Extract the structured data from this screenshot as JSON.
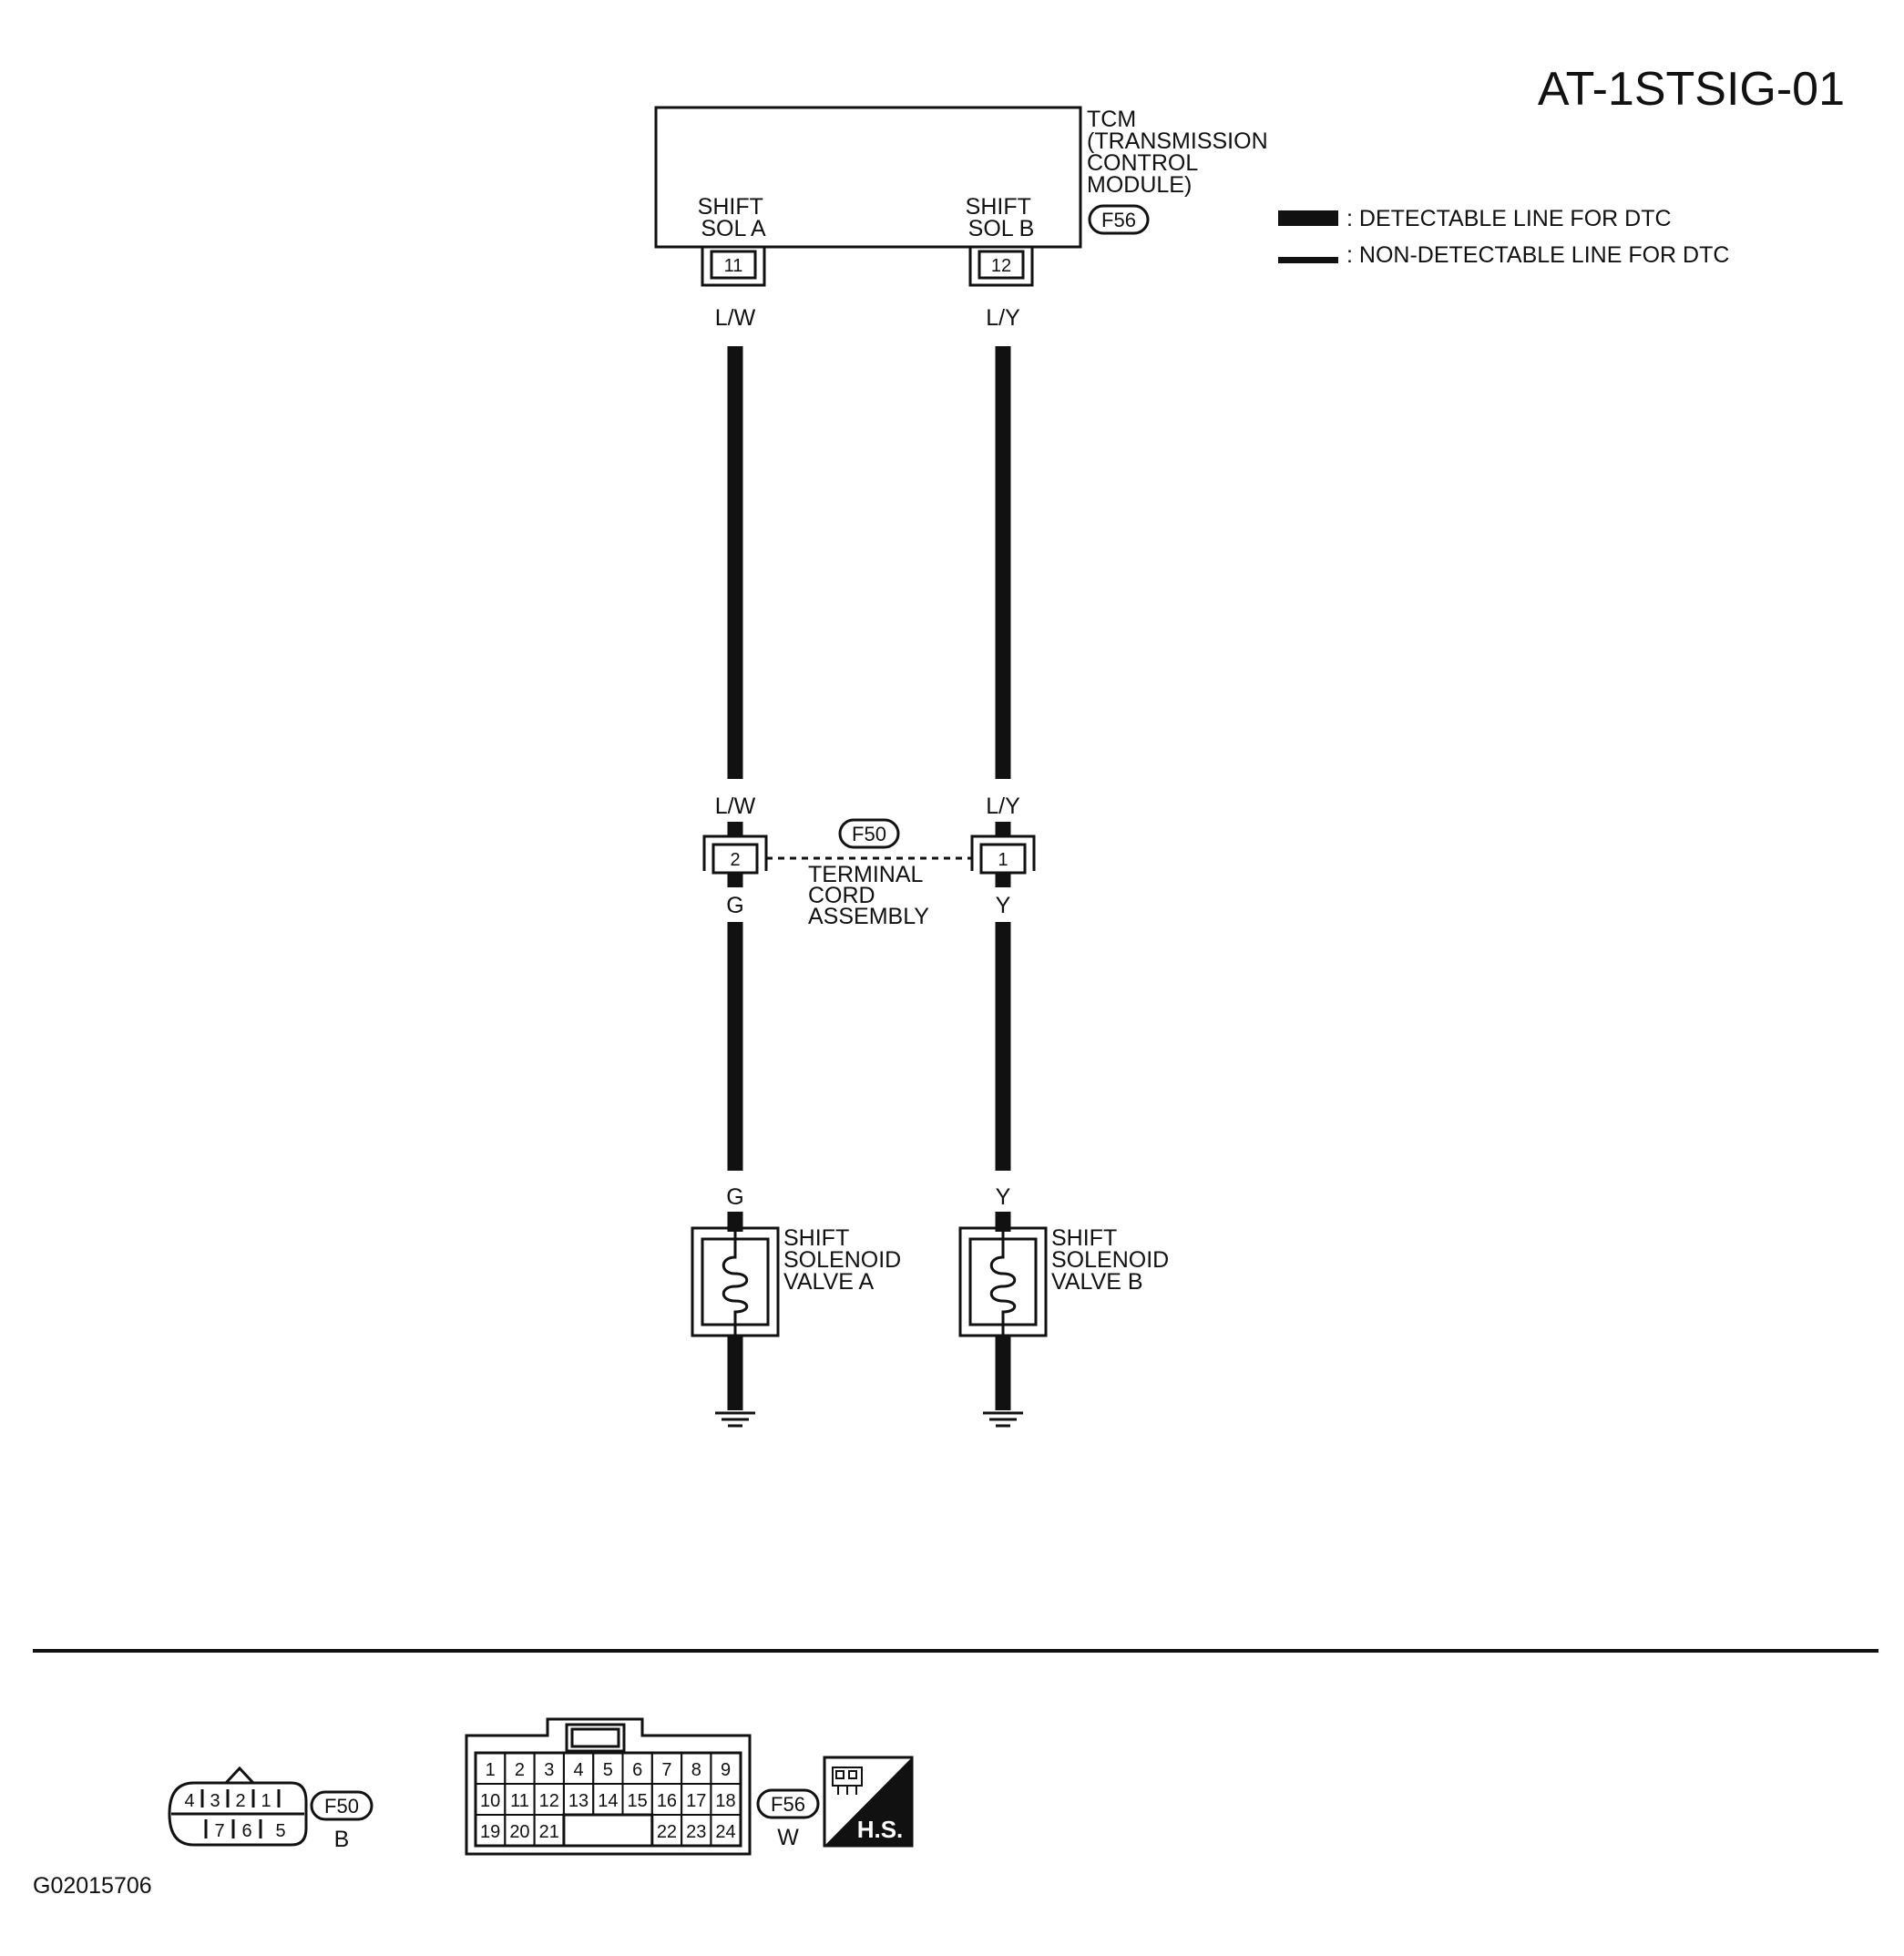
{
  "diagram_id": "AT-1STSIG-01",
  "figure_code": "G02015706",
  "legend": {
    "detectable": ": DETECTABLE LINE FOR DTC",
    "non_detectable": ": NON-DETECTABLE LINE FOR DTC"
  },
  "tcm": {
    "title": [
      "TCM",
      "(TRANSMISSION",
      "CONTROL",
      "MODULE)"
    ],
    "connector": "F56",
    "terminal_a_label": [
      "SHIFT",
      "SOL A"
    ],
    "terminal_b_label": [
      "SHIFT",
      "SOL B"
    ],
    "pin_a": "11",
    "pin_b": "12"
  },
  "wires": {
    "a_upper": "L/W",
    "b_upper": "L/Y",
    "a_lower": "G",
    "b_lower": "Y"
  },
  "terminal_cord": {
    "connector": "F50",
    "pin_a": "2",
    "pin_b": "1",
    "label": [
      "TERMINAL",
      "CORD",
      "ASSEMBLY"
    ]
  },
  "solenoids": {
    "a_label": [
      "SHIFT",
      "SOLENOID",
      "VALVE A"
    ],
    "b_label": [
      "SHIFT",
      "SOLENOID",
      "VALVE B"
    ]
  },
  "connector_views": {
    "f50": {
      "id": "F50",
      "color": "B",
      "top_pins": [
        "4",
        "3",
        "2",
        "1"
      ],
      "bottom_pins": [
        "7",
        "6",
        "5"
      ]
    },
    "f56": {
      "id": "F56",
      "color": "W",
      "rows": [
        [
          "1",
          "2",
          "3",
          "4",
          "5",
          "6",
          "7",
          "8",
          "9"
        ],
        [
          "10",
          "11",
          "12",
          "13",
          "14",
          "15",
          "16",
          "17",
          "18"
        ],
        [
          "19",
          "20",
          "21",
          "22",
          "23",
          "24"
        ]
      ],
      "badge": "H.S."
    }
  }
}
